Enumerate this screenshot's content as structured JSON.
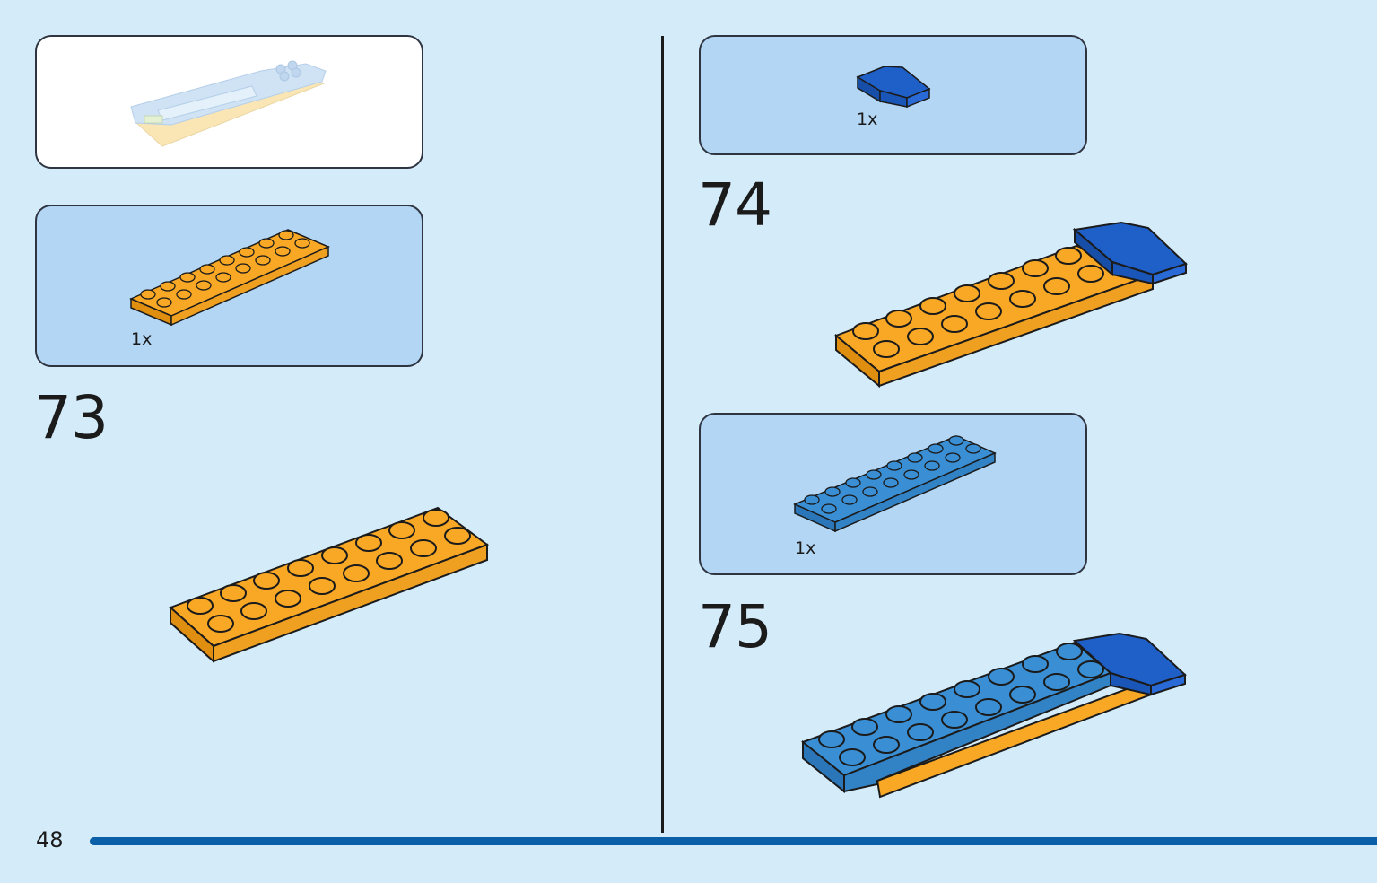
{
  "page": {
    "page_number": "48"
  },
  "left_column": {
    "steps": [
      {
        "number": "73",
        "part_quantity": "1x",
        "part_name": "orange-plate-2x8",
        "part_color": "#f9a825"
      }
    ]
  },
  "right_column": {
    "steps": [
      {
        "number": "74",
        "part_quantity": "1x",
        "part_name": "blue-curved-slope",
        "part_color": "#1f5fc8"
      },
      {
        "number": "75",
        "part_quantity": "1x",
        "part_name": "medium-blue-plate-2x8",
        "part_color": "#3a8fd4"
      }
    ]
  },
  "colors": {
    "background": "#d4ebfa",
    "parts_panel": "#b3d6f4",
    "progress_bar": "#0b5ea8",
    "orange": "#f9a825",
    "dark_blue": "#1f5fc8",
    "medium_blue": "#3a8fd4"
  }
}
